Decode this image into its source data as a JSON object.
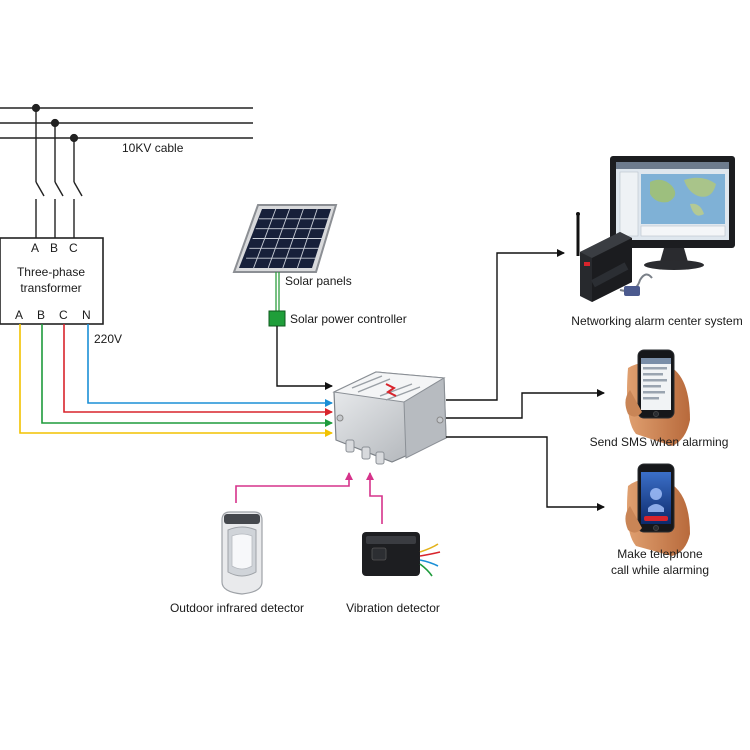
{
  "cable": {
    "label": "10KV cable"
  },
  "transformer": {
    "input_terminals": [
      "A",
      "B",
      "C"
    ],
    "title_line1": "Three-phase",
    "title_line2": "transformer",
    "output_terminals": [
      "A",
      "B",
      "C",
      "N"
    ],
    "output_voltage": "220V"
  },
  "solar": {
    "panels_label": "Solar panels",
    "controller_label": "Solar power controller"
  },
  "detectors": {
    "infrared_label": "Outdoor infrared detector",
    "vibration_label": "Vibration detector"
  },
  "outputs": {
    "network_label": "Networking alarm center system",
    "sms_label": "Send SMS when alarming",
    "call_label_line1": "Make telephone",
    "call_label_line2": "call while alarming"
  },
  "colors": {
    "phase_a": "#f2c200",
    "phase_b": "#1e9b3c",
    "phase_c": "#d8242c",
    "neutral": "#1b8fd6",
    "detector_wire": "#d6338b",
    "solar_wire": "#2e9d3e",
    "controller": "#1f9e3a"
  }
}
